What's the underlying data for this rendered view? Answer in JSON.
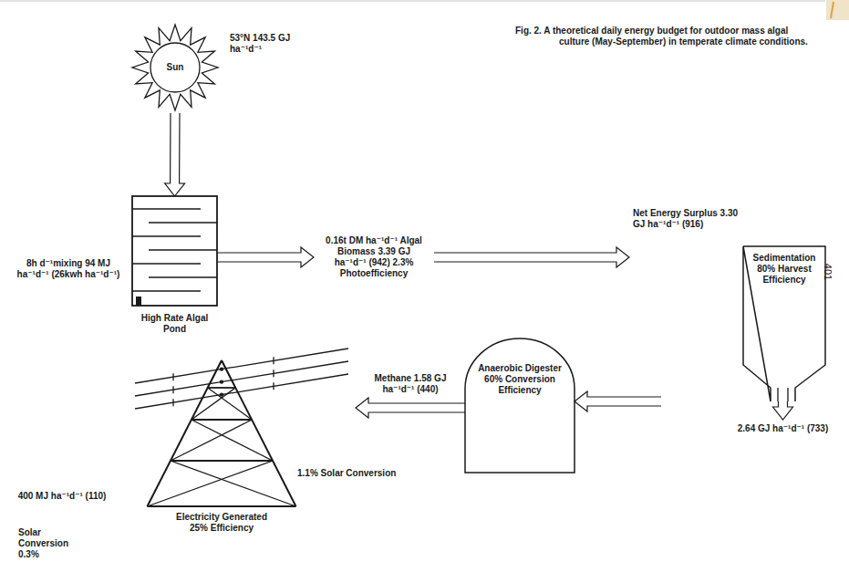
{
  "diagram": {
    "caption": "Fig. 2. A theoretical daily energy budget for outdoor mass algal culture (May-September) in temperate climate conditions.",
    "nodes": [
      {
        "text": [
          "Sun"
        ]
      },
      {
        "text": [
          "High Rate Algal Pond"
        ]
      },
      {
        "text": [
          "Net Energy Surplus 3.30 GJ ha⁻¹d⁻¹ (916)",
          "Sedimentation 80% Harvest Efficiency"
        ]
      },
      {
        "text": [
          "Anaerobic Digester 60% Conversion Efficiency"
        ]
      },
      {
        "text": [
          "Electricity Generated 25% Efficiency"
        ]
      }
    ],
    "edges": [
      {
        "from": 0,
        "to": 1,
        "arrow": "to"
      },
      {
        "from": 1,
        "to": 2,
        "arrow": "to",
        "label": "0.16t DM ha⁻¹d⁻¹ Algal Biomass 3.39 GJ ha⁻¹d⁻¹ (942) 2.3% Photoefficiency"
      },
      {
        "from": 2,
        "to": 3,
        "arrow": "to",
        "label": "2.64 GJ ha⁻¹d⁻¹ (733)"
      },
      {
        "from": 3,
        "to": 4,
        "arrow": "to",
        "label": "Methane 1.58 GJ ha⁻¹d⁻¹ (440)"
      }
    ],
    "labels": [
      "53°N 143.5 GJ ha⁻¹d⁻¹",
      "8h d⁻¹mixing 94 MJ ha⁻¹d⁻¹ (26kwh ha⁻¹d⁻¹)",
      "400 MJ ha⁻¹d⁻¹ (110)",
      "1.1% Solar Conversion",
      "Solar Conversion 0.3%",
      "401"
    ]
  }
}
